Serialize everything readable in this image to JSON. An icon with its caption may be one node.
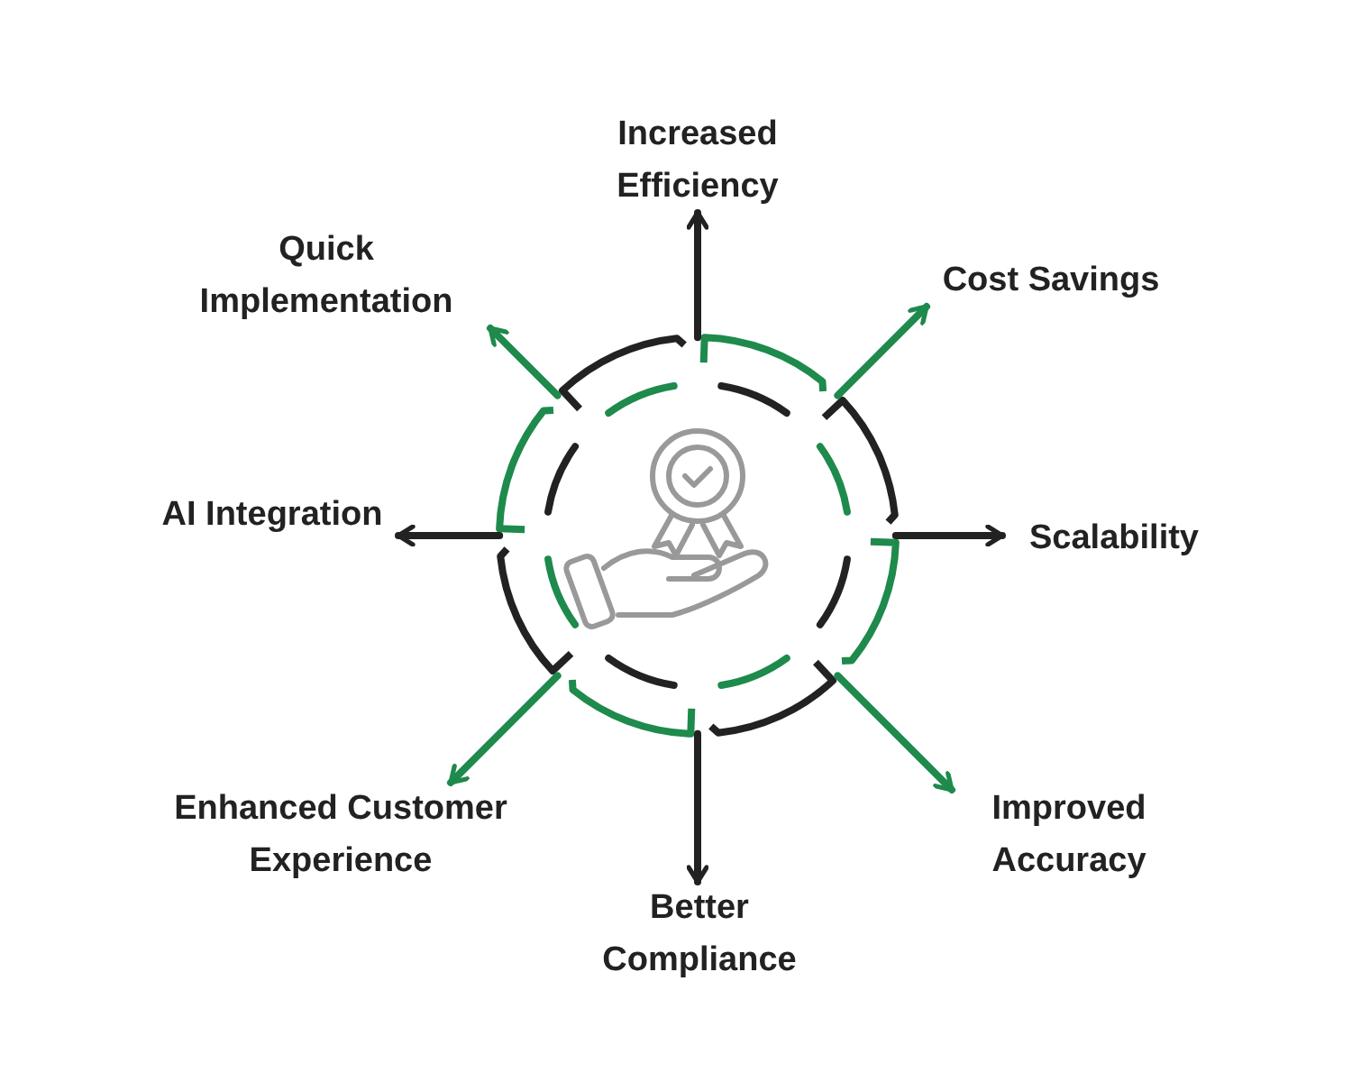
{
  "diagram": {
    "nodes": [
      {
        "text": [],
        "shape": "picture"
      },
      {
        "text": [
          "Increased Efficiency"
        ]
      },
      {
        "text": [
          "Cost Savings"
        ]
      },
      {
        "text": [
          "Scalability"
        ]
      },
      {
        "text": [
          "Improved Accuracy"
        ]
      },
      {
        "text": [
          "Better Compliance"
        ]
      },
      {
        "text": [
          "Enhanced Customer Experience"
        ]
      },
      {
        "text": [
          "AI Integration"
        ]
      },
      {
        "text": [
          "Quick Implementation"
        ]
      }
    ],
    "edges": [
      {
        "from": 0,
        "to": 1,
        "arrow": "to"
      },
      {
        "from": 0,
        "to": 2,
        "arrow": "to",
        "color": "#1e8a4c"
      },
      {
        "from": 0,
        "to": 3,
        "arrow": "to"
      },
      {
        "from": 0,
        "to": 4,
        "arrow": "to",
        "color": "#1e8a4c"
      },
      {
        "from": 0,
        "to": 5,
        "arrow": "to"
      },
      {
        "from": 0,
        "to": 6,
        "arrow": "to",
        "color": "#1e8a4c"
      },
      {
        "from": 0,
        "to": 7,
        "arrow": "to"
      },
      {
        "from": 0,
        "to": 8,
        "arrow": "to",
        "color": "#1e8a4c"
      }
    ]
  }
}
